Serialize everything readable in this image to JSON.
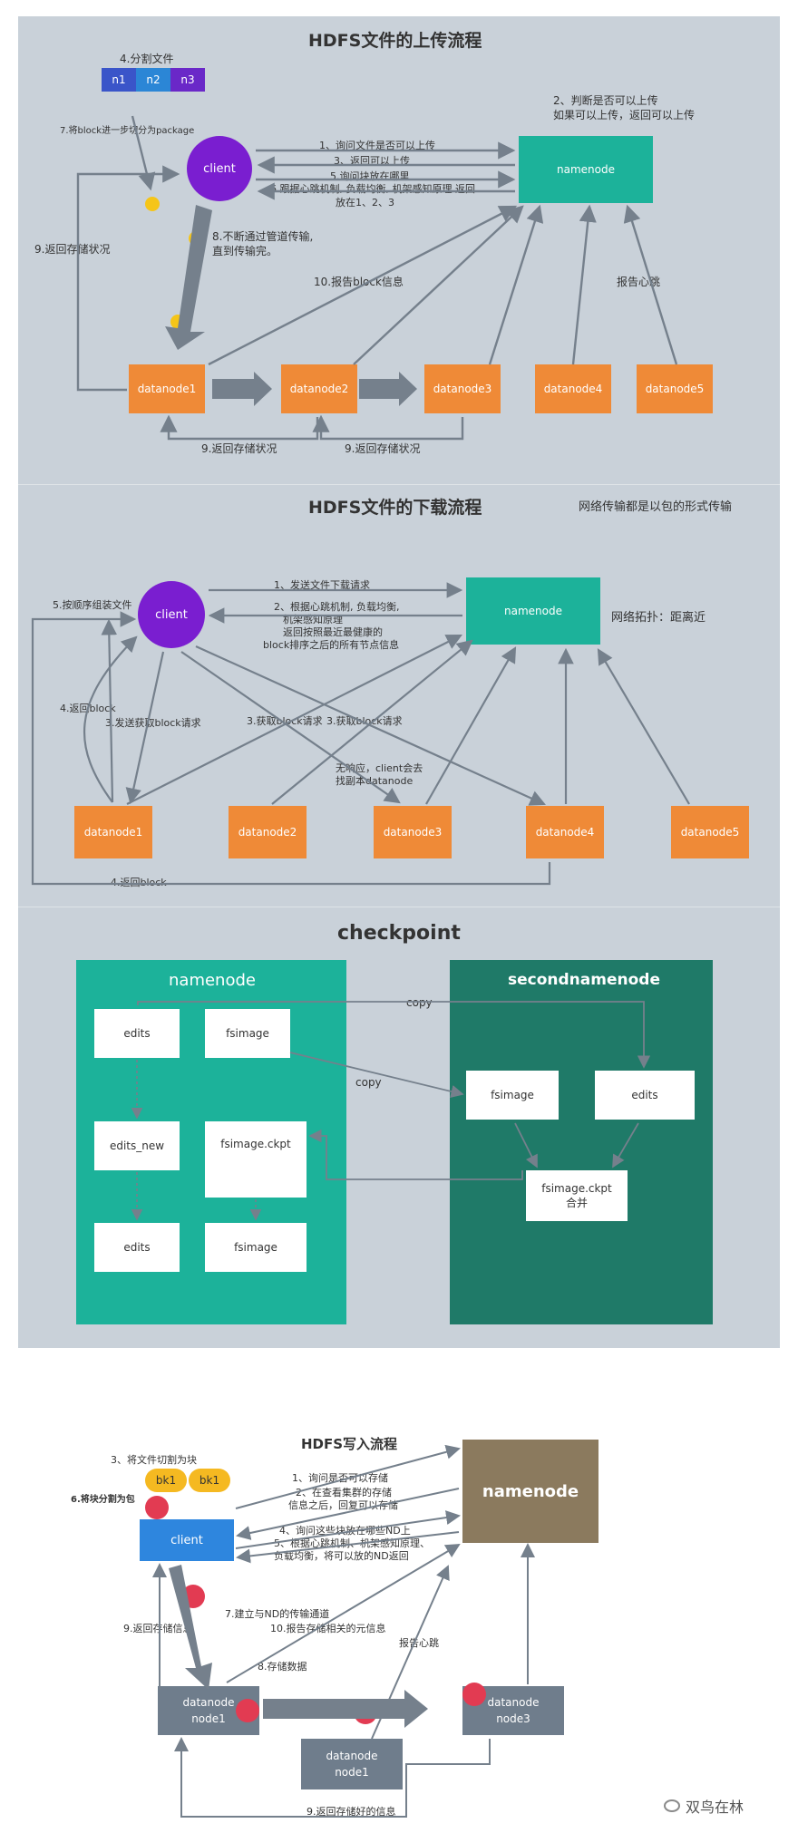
{
  "upload": {
    "title": "HDFS文件的上传流程",
    "split_label": "4.分割文件",
    "blocks": [
      "n1",
      "n2",
      "n3"
    ],
    "package_label": "7.将block进一步切分为package",
    "client": "client",
    "namenode": "namenode",
    "judge_line1": "2、判断是否可以上传",
    "judge_line2": "如果可以上传，返回可以上传",
    "msg1": "1、询问文件是否可以上传",
    "msg3": "3、返回可以上传",
    "msg5": "5.询问块放在哪里",
    "msg6_line1": "6.跟据心跳机制, 负载均衡, 机架感知原理 返回",
    "msg6_line2": "放在1、2、3",
    "pipeline_line1": "8.不断通过管道传输,",
    "pipeline_line2": "直到传输完。",
    "report_block": "10.报告block信息",
    "heartbeat": "报告心跳",
    "return_status_left": "9.返回存储状况",
    "return_status_1": "9.返回存储状况",
    "return_status_2": "9.返回存储状况",
    "datanodes": [
      "datanode1",
      "datanode2",
      "datanode3",
      "datanode4",
      "datanode5"
    ]
  },
  "download": {
    "title": "HDFS文件的下载流程",
    "note": "网络传输都是以包的形式传输",
    "client": "client",
    "namenode": "namenode",
    "topology": "网络拓扑：距离近",
    "assemble": "5.按顺序组装文件",
    "send_req": "1、发送文件下载请求",
    "reply_line1": "2、根据心跳机制, 负载均衡,",
    "reply_line2": "机架感知原理",
    "reply_line3": "返回按照最近最健康的",
    "reply_line4": "block排序之后的所有节点信息",
    "return_block": "4.返回block",
    "send_block_req": "3.发送获取block请求",
    "get_block_1": "3.获取block请求",
    "get_block_2": "3.获取block请求",
    "no_response_line1": "无响应，client会去",
    "no_response_line2": "找副本datanode",
    "return_block_bottom": "4.返回block",
    "datanodes": [
      "datanode1",
      "datanode2",
      "datanode3",
      "datanode4",
      "datanode5"
    ]
  },
  "checkpoint": {
    "title": "checkpoint",
    "namenode_title": "namenode",
    "secondary_title": "secondnamenode",
    "nn_items": [
      "edits",
      "fsimage",
      "edits_new",
      "fsimage.ckpt",
      "edits",
      "fsimage"
    ],
    "snn_items": [
      "fsimage",
      "edits"
    ],
    "merge_line1": "fsimage.ckpt",
    "merge_line2": "合并",
    "copy_top": "copy",
    "copy_mid": "copy"
  },
  "write": {
    "title": "HDFS写入流程",
    "namenode": "namenode",
    "client": "client",
    "split_label": "3、将文件切割为块",
    "blocks": [
      "bk1",
      "bk1"
    ],
    "packet_label": "6.将块分割为包",
    "q1": "1、询问是否可以存储",
    "q2_line1": "2、在查看集群的存储",
    "q2_line2": "信息之后，回复可以存储",
    "q4": "4、询问这些块放在哪些ND上",
    "q5_line1": "5、根据心跳机制、机架感知原理、",
    "q5_line2": "负载均衡，将可以放的ND返回",
    "channel": "7.建立与ND的传输通道",
    "report_meta": "10.报告存储相关的元信息",
    "return_info": "9.返回存储信息",
    "heartbeat": "报告心跳",
    "store_data": "8.存储数据",
    "dn1_line1": "datanode",
    "dn1_line2": "node1",
    "dn3_line1": "datanode",
    "dn3_line2": "node3",
    "dnb_line1": "datanode",
    "dnb_line2": "node1",
    "return_saved": "9.返回存储好的信息",
    "watermark": "双鸟在林"
  },
  "colors": {
    "panel": "#c9d1d9",
    "orange": "#ef8a37",
    "teal": "#1cb29a",
    "purple": "#7a1ed0",
    "dark_teal": "#1f7a68",
    "write_grey": "#6f7d8c",
    "write_namenode": "#8b7a5e"
  }
}
